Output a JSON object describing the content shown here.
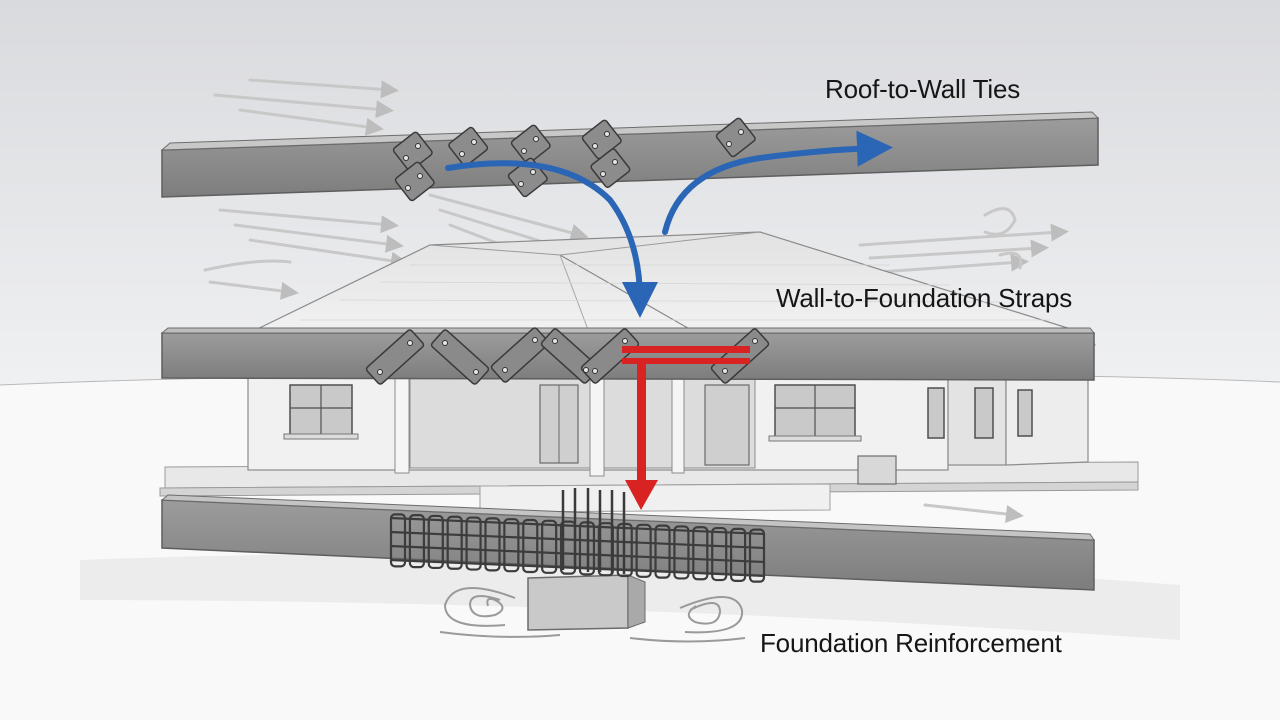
{
  "labels": {
    "roof_to_wall": "Roof-to-Wall Ties",
    "wall_to_foundation": "Wall-to-Foundation Straps",
    "foundation": "Foundation Reinforcement"
  },
  "colors": {
    "beam_face": "#8f8f8f",
    "beam_top": "#cfcfcf",
    "load_path_blue": "#2a66b5",
    "load_path_red": "#d92323",
    "wind_arrow": "#c4c4c4",
    "plate": "#8a8a8a"
  }
}
